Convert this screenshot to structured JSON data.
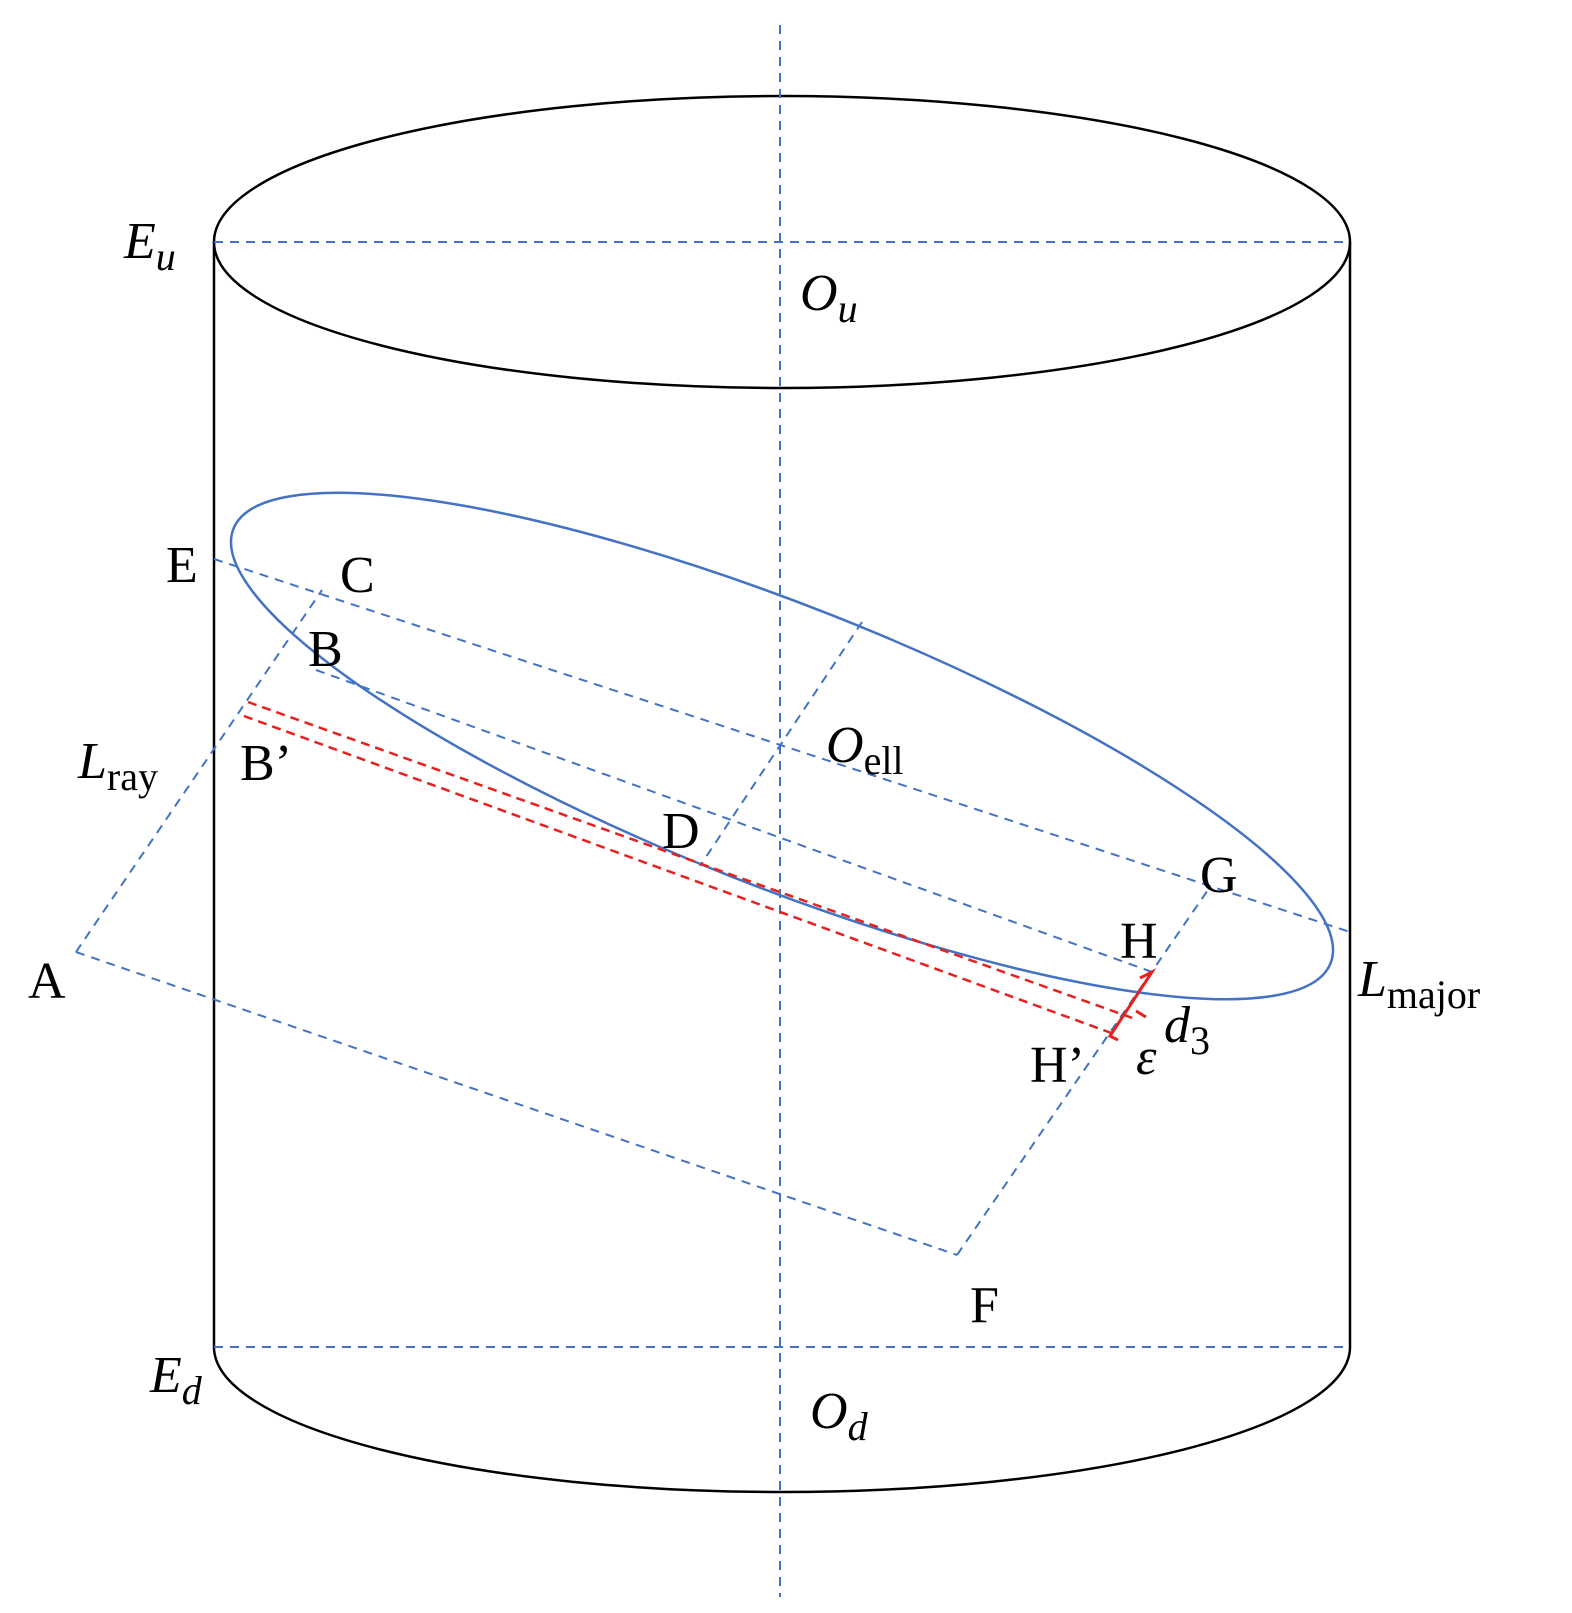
{
  "labels": {
    "Eu": {
      "main": "E",
      "sub": "u"
    },
    "Ou": {
      "main": "O",
      "sub": "u"
    },
    "E": "E",
    "C": "C",
    "B": "B",
    "Bp": "B’",
    "Lray": {
      "main": "L",
      "sub": "ray"
    },
    "Oell": {
      "main": "O",
      "sub": "ell"
    },
    "D": "D",
    "G": "G",
    "H": "H",
    "A": "A",
    "Lmajor": {
      "main": "L",
      "sub": "major"
    },
    "d3": {
      "main": "d",
      "sub": "3"
    },
    "Hp": "H’",
    "epsilon": "ε",
    "F": "F",
    "Ed": {
      "main": "E",
      "sub": "d"
    },
    "Od": {
      "main": "O",
      "sub": "d"
    }
  },
  "colors": {
    "outline": "#000000",
    "construction": "#4472C4",
    "error": "#E8201E"
  }
}
